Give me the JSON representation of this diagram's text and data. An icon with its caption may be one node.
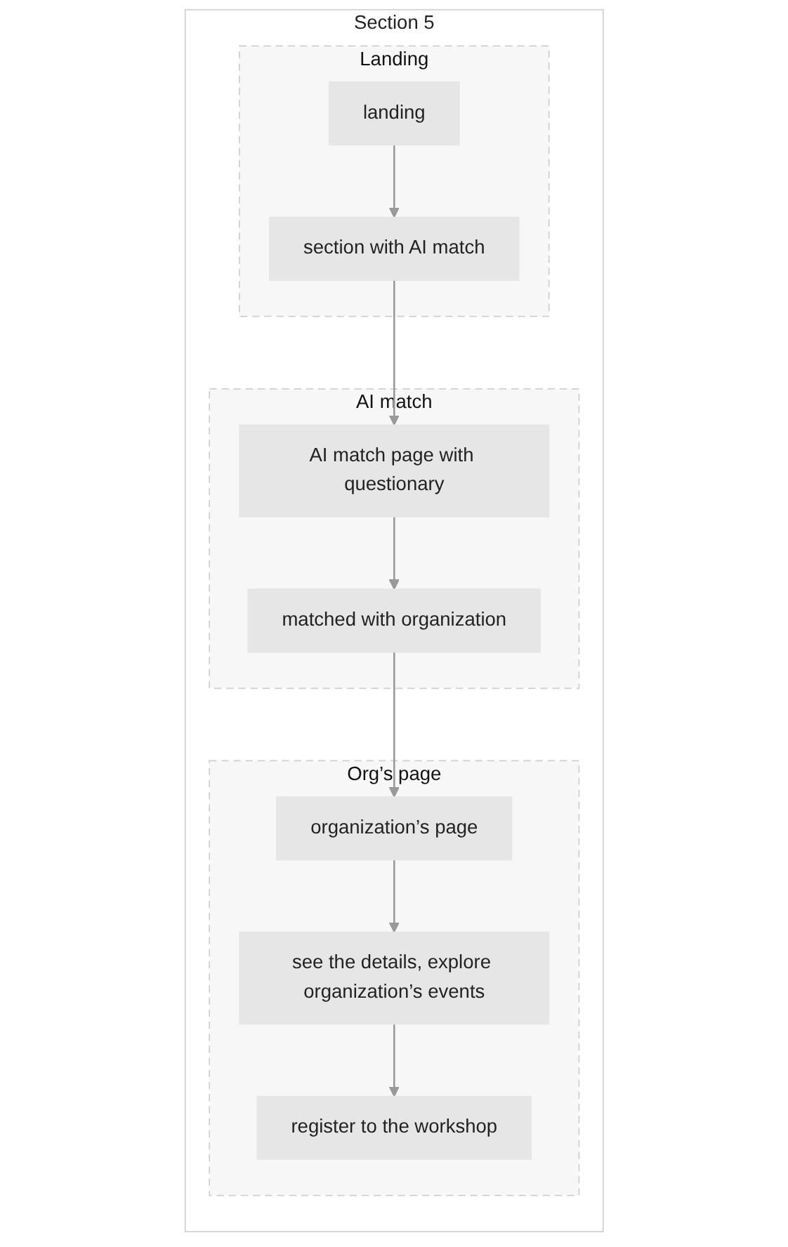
{
  "diagram": {
    "nodes": [
      {
        "text": [
          "Section 5"
        ]
      },
      {
        "text": [
          "Landing"
        ],
        "in": 0
      },
      {
        "text": [
          "landing"
        ],
        "in": 1
      },
      {
        "text": [
          "section with AI match"
        ],
        "in": 1
      },
      {
        "text": [
          "AI match"
        ],
        "in": 0
      },
      {
        "text": [
          "AI match page with questionary"
        ],
        "in": 4
      },
      {
        "text": [
          "matched with organization"
        ],
        "in": 4
      },
      {
        "text": [
          "Org’s page"
        ],
        "in": 0
      },
      {
        "text": [
          "organization’s page"
        ],
        "in": 7
      },
      {
        "text": [
          "see the details, explore organization’s events"
        ],
        "in": 7
      },
      {
        "text": [
          "register to the workshop"
        ],
        "in": 7
      }
    ],
    "edges": [
      {
        "from": 2,
        "to": 3,
        "arrow": "to"
      },
      {
        "from": 3,
        "to": 5,
        "arrow": "to"
      },
      {
        "from": 5,
        "to": 6,
        "arrow": "to"
      },
      {
        "from": 6,
        "to": 8,
        "arrow": "to"
      },
      {
        "from": 8,
        "to": 9,
        "arrow": "to"
      },
      {
        "from": 9,
        "to": 10,
        "arrow": "to"
      }
    ]
  }
}
